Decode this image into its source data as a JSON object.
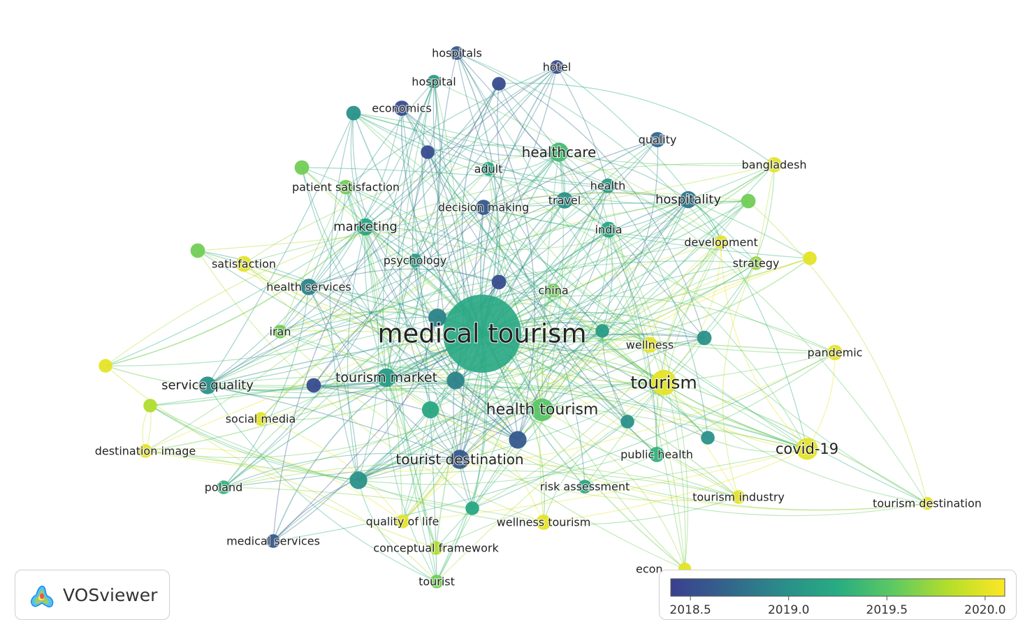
{
  "app": {
    "logo_text": "VOSviewer"
  },
  "legend": {
    "ticks": [
      {
        "value": 2018.5,
        "label": "2018.5"
      },
      {
        "value": 2019.0,
        "label": "2019.0"
      },
      {
        "value": 2019.5,
        "label": "2019.5"
      },
      {
        "value": 2020.0,
        "label": "2020.0"
      }
    ],
    "min": 2018.4,
    "max": 2020.1,
    "colors": [
      "#3b3f8f",
      "#33648c",
      "#2a8d8a",
      "#27ad81",
      "#5ec962",
      "#b5de2b",
      "#fde725"
    ]
  },
  "nodes": [
    {
      "id": "medical-tourism",
      "label": "medical tourism",
      "year": 2019.2,
      "weight": 100
    },
    {
      "id": "tourism",
      "label": "tourism",
      "year": 2020.0,
      "weight": 30
    },
    {
      "id": "health-tourism",
      "label": "health tourism",
      "year": 2019.5,
      "weight": 22
    },
    {
      "id": "covid-19",
      "label": "covid-19",
      "year": 2020.0,
      "weight": 20
    },
    {
      "id": "healthcare",
      "label": "healthcare",
      "year": 2019.4,
      "weight": 14
    },
    {
      "id": "tourist-destination",
      "label": "tourist destination",
      "year": 2018.6,
      "weight": 14
    },
    {
      "id": "tourism-market",
      "label": "tourism market",
      "year": 2019.1,
      "weight": 13
    },
    {
      "id": "service-quality",
      "label": "service quality",
      "year": 2019.0,
      "weight": 11
    },
    {
      "id": "hospitality",
      "label": "hospitality",
      "year": 2018.8,
      "weight": 10
    },
    {
      "id": "marketing",
      "label": "marketing",
      "year": 2019.2,
      "weight": 10
    },
    {
      "id": "health-services",
      "label": "health services",
      "year": 2018.9,
      "weight": 9
    },
    {
      "id": "travel",
      "label": "travel",
      "year": 2019.0,
      "weight": 9
    },
    {
      "id": "satisfaction",
      "label": "satisfaction",
      "year": 2020.0,
      "weight": 8
    },
    {
      "id": "wellness",
      "label": "wellness",
      "year": 2020.0,
      "weight": 8
    },
    {
      "id": "pandemic",
      "label": "pandemic",
      "year": 2020.0,
      "weight": 7
    },
    {
      "id": "india",
      "label": "india",
      "year": 2019.2,
      "weight": 8
    },
    {
      "id": "quality",
      "label": "quality",
      "year": 2018.7,
      "weight": 7
    },
    {
      "id": "bangladesh",
      "label": "bangladesh",
      "year": 2020.0,
      "weight": 7
    },
    {
      "id": "economics",
      "label": "economics",
      "year": 2018.5,
      "weight": 7
    },
    {
      "id": "wellness-tourism",
      "label": "wellness tourism",
      "year": 2020.0,
      "weight": 7
    },
    {
      "id": "public-health",
      "label": "public health",
      "year": 2019.3,
      "weight": 7
    },
    {
      "id": "decision-making",
      "label": "decision making",
      "year": 2018.6,
      "weight": 7
    },
    {
      "id": "health",
      "label": "health",
      "year": 2019.1,
      "weight": 6
    },
    {
      "id": "patient-satisfaction",
      "label": "patient satisfaction",
      "year": 2019.6,
      "weight": 6
    },
    {
      "id": "hospitals",
      "label": "hospitals",
      "year": 2018.6,
      "weight": 5
    },
    {
      "id": "hotel",
      "label": "hotel",
      "year": 2018.5,
      "weight": 5
    },
    {
      "id": "hospital",
      "label": "hospital",
      "year": 2019.1,
      "weight": 5
    },
    {
      "id": "adult",
      "label": "adult",
      "year": 2019.2,
      "weight": 5
    },
    {
      "id": "development",
      "label": "development",
      "year": 2020.0,
      "weight": 5
    },
    {
      "id": "strategy",
      "label": "strategy",
      "year": 2019.7,
      "weight": 5
    },
    {
      "id": "psychology",
      "label": "psychology",
      "year": 2019.1,
      "weight": 5
    },
    {
      "id": "china",
      "label": "china",
      "year": 2019.6,
      "weight": 5
    },
    {
      "id": "iran",
      "label": "iran",
      "year": 2019.6,
      "weight": 5
    },
    {
      "id": "social-media",
      "label": "social media",
      "year": 2020.0,
      "weight": 5
    },
    {
      "id": "destination-image",
      "label": "destination image",
      "year": 2020.0,
      "weight": 5
    },
    {
      "id": "poland",
      "label": "poland",
      "year": 2019.3,
      "weight": 5
    },
    {
      "id": "quality-of-life",
      "label": "quality of life",
      "year": 2020.0,
      "weight": 5
    },
    {
      "id": "risk-assessment",
      "label": "risk assessment",
      "year": 2019.2,
      "weight": 5
    },
    {
      "id": "tourism-industry",
      "label": "tourism industry",
      "year": 2020.0,
      "weight": 5
    },
    {
      "id": "tourism-destination",
      "label": "tourism destination",
      "year": 2020.0,
      "weight": 4
    },
    {
      "id": "medical-services",
      "label": "medical services",
      "year": 2018.6,
      "weight": 5
    },
    {
      "id": "conceptual-framework",
      "label": "conceptual framework",
      "year": 2019.8,
      "weight": 5
    },
    {
      "id": "tourist",
      "label": "tourist",
      "year": 2019.6,
      "weight": 5
    },
    {
      "id": "economy",
      "label": "econ",
      "year": 2020.0,
      "weight": 4
    },
    {
      "id": "n-a",
      "label": "",
      "year": 2018.9,
      "weight": 12
    },
    {
      "id": "n-b",
      "label": "",
      "year": 2018.9,
      "weight": 11
    },
    {
      "id": "n-c",
      "label": "",
      "year": 2018.6,
      "weight": 11
    },
    {
      "id": "n-d",
      "label": "",
      "year": 2019.2,
      "weight": 10
    },
    {
      "id": "n-e",
      "label": "",
      "year": 2019.0,
      "weight": 11
    },
    {
      "id": "n-f",
      "label": "",
      "year": 2018.5,
      "weight": 5
    },
    {
      "id": "n-g",
      "label": "",
      "year": 2018.5,
      "weight": 6
    },
    {
      "id": "n-h",
      "label": "",
      "year": 2019.6,
      "weight": 6
    },
    {
      "id": "n-i",
      "label": "",
      "year": 2019.6,
      "weight": 6
    },
    {
      "id": "n-j",
      "label": "",
      "year": 2019.6,
      "weight": 6
    },
    {
      "id": "n-k",
      "label": "",
      "year": 2020.0,
      "weight": 5
    },
    {
      "id": "n-l",
      "label": "",
      "year": 2020.0,
      "weight": 5
    },
    {
      "id": "n-m",
      "label": "",
      "year": 2019.8,
      "weight": 5
    },
    {
      "id": "n-n",
      "label": "",
      "year": 2019.0,
      "weight": 6
    },
    {
      "id": "n-o",
      "label": "",
      "year": 2019.1,
      "weight": 5
    },
    {
      "id": "n-p",
      "label": "",
      "year": 2019.0,
      "weight": 5
    },
    {
      "id": "n-q",
      "label": "",
      "year": 2019.2,
      "weight": 5
    },
    {
      "id": "n-r",
      "label": "",
      "year": 2018.5,
      "weight": 6
    },
    {
      "id": "n-s",
      "label": "",
      "year": 2019.0,
      "weight": 6
    },
    {
      "id": "n-t",
      "label": "",
      "year": 2019.0,
      "weight": 5
    },
    {
      "id": "n-u",
      "label": "",
      "year": 2018.5,
      "weight": 5
    }
  ]
}
